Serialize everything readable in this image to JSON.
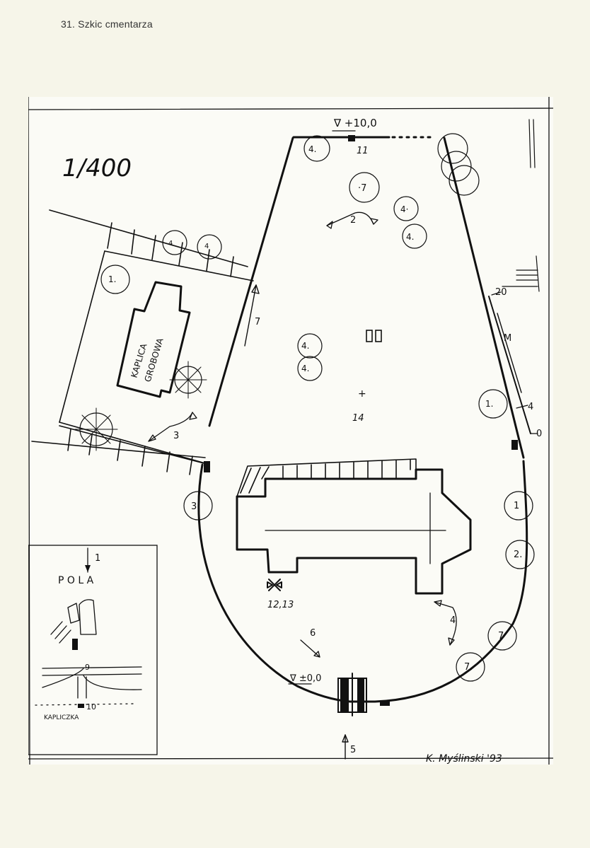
{
  "page": {
    "header": "31. Szkic cmentarza"
  },
  "drawing": {
    "scale": "1/400",
    "top_level": "∇ +10,0",
    "bottom_level": "∇ ±0,0",
    "chapel_line1": "KAPLICA",
    "chapel_line2": "GROBOWA",
    "signature": "K. Myślinski '93",
    "markers": {
      "m1": "1.",
      "m2": "2",
      "m3": "3",
      "m3b": "3.",
      "m4": "4",
      "m4a": "4.",
      "m4b": "4·",
      "m4c": "4.",
      "m4d": "4.",
      "m4e": "4.",
      "m4f": "4",
      "m4g": "4",
      "m7": "·7",
      "m7a": "7",
      "m7b": "7.",
      "m1b": "1.",
      "m1c": "1",
      "m2b": "2.",
      "n11": "11",
      "n14": "14",
      "n1213": "12,13",
      "n5": "5",
      "n6": "6",
      "n7": "7",
      "n20": "20",
      "nM": "M",
      "n4r": "4",
      "n0": "0"
    },
    "inset": {
      "arrow_label": "1",
      "pola": "P O L A",
      "kapliczka": "KAPLICZKA",
      "n10": "10",
      "n9": "9"
    }
  }
}
